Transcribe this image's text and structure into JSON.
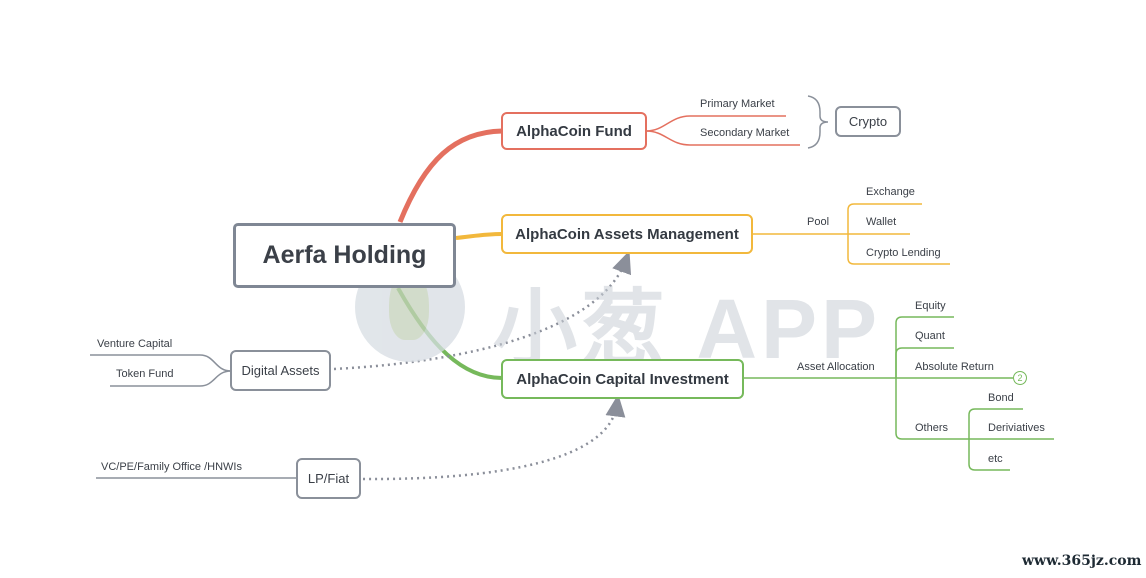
{
  "colors": {
    "root_border": "#7f8794",
    "fund": "#e4705f",
    "assets_management": "#f2b83c",
    "capital_investment": "#76b95b",
    "gray_node": "#8a909a",
    "dotted_arrow": "#8b8f9a"
  },
  "root": {
    "label": "Aerfa Holding"
  },
  "fund": {
    "label": "AlphaCoin Fund",
    "children": [
      "Primary Market",
      "Secondary Market"
    ],
    "bracket_target": "Crypto"
  },
  "assets_management": {
    "label": "AlphaCoin Assets Management",
    "pool_label": "Pool",
    "children": [
      "Exchange",
      "Wallet",
      "Crypto Lending"
    ]
  },
  "capital_investment": {
    "label": "AlphaCoin Capital Investment",
    "allocation_label": "Asset Allocation",
    "children": [
      "Equity",
      "Quant",
      "Absolute Return",
      "Others"
    ],
    "absolute_return_badge": "2",
    "others_children": [
      "Bond",
      "Deriviatives",
      "etc"
    ]
  },
  "digital_assets": {
    "label": "Digital Assets",
    "children": [
      "Venture Capital",
      "Token Fund"
    ]
  },
  "lp_fiat": {
    "label": "LP/Fiat",
    "children": [
      "VC/PE/Family Office /HNWIs"
    ]
  },
  "watermark": {
    "text": "小葱 APP",
    "url": "www.365jz.com"
  }
}
